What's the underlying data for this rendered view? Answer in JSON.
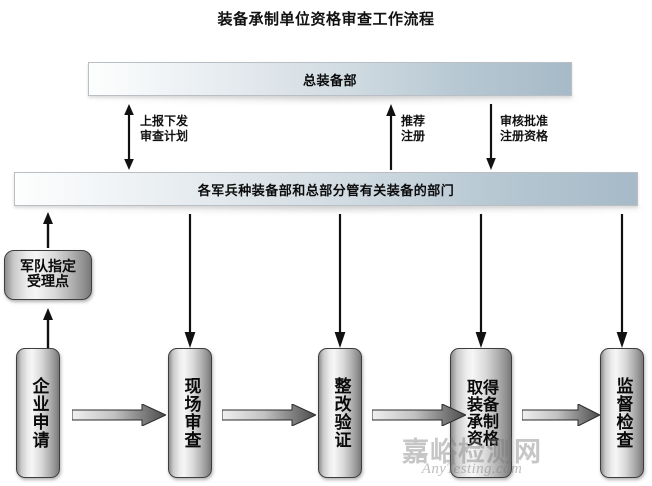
{
  "title": "装备承制单位资格审查工作流程",
  "bars": {
    "top": {
      "label": "总装备部"
    },
    "second": {
      "label": "各军兵种装备部和总部分管有关装备的部门"
    }
  },
  "arrow_labels": {
    "report": {
      "line1": "上报下发",
      "line2": "审查计划"
    },
    "recommend": {
      "line1": "推荐",
      "line2": "注册"
    },
    "approve": {
      "line1": "审核批准",
      "line2": "注册资格"
    }
  },
  "acceptance_box": {
    "line1": "军队指定",
    "line2": "受理点"
  },
  "process_steps": [
    {
      "id": "apply",
      "label": "企业申请"
    },
    {
      "id": "onsite",
      "label": "现场审查"
    },
    {
      "id": "rectify",
      "label": "整改验证"
    },
    {
      "id": "qualified",
      "label_col1": "取装承资",
      "label_col2": "得备制格"
    },
    {
      "id": "supervise",
      "label": "监督检查"
    }
  ],
  "watermark": {
    "cn": "嘉峪检测网",
    "en": "AnyTesting.com"
  },
  "colors": {
    "bar_gradient_light": "#fdfefe",
    "bar_gradient_dark": "#a6bac7",
    "box_gradient_light": "#f6f6f6",
    "box_gradient_dark": "#787878",
    "line": "#111111",
    "text": "#0a0a0a"
  }
}
